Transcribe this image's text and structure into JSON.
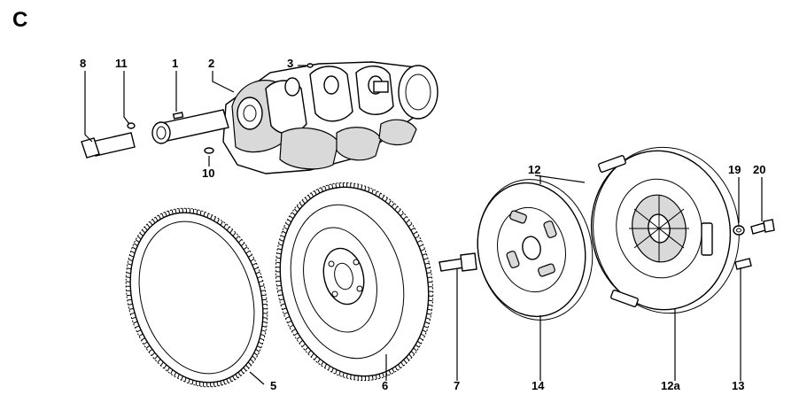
{
  "section": "C",
  "labels": {
    "l8": "8",
    "l11": "11",
    "l1": "1",
    "l2": "2",
    "l3": "3",
    "l10": "10",
    "l12": "12",
    "l19": "19",
    "l20": "20",
    "l5": "5",
    "l6": "6",
    "l7": "7",
    "l14": "14",
    "l12a": "12a",
    "l13": "13"
  }
}
